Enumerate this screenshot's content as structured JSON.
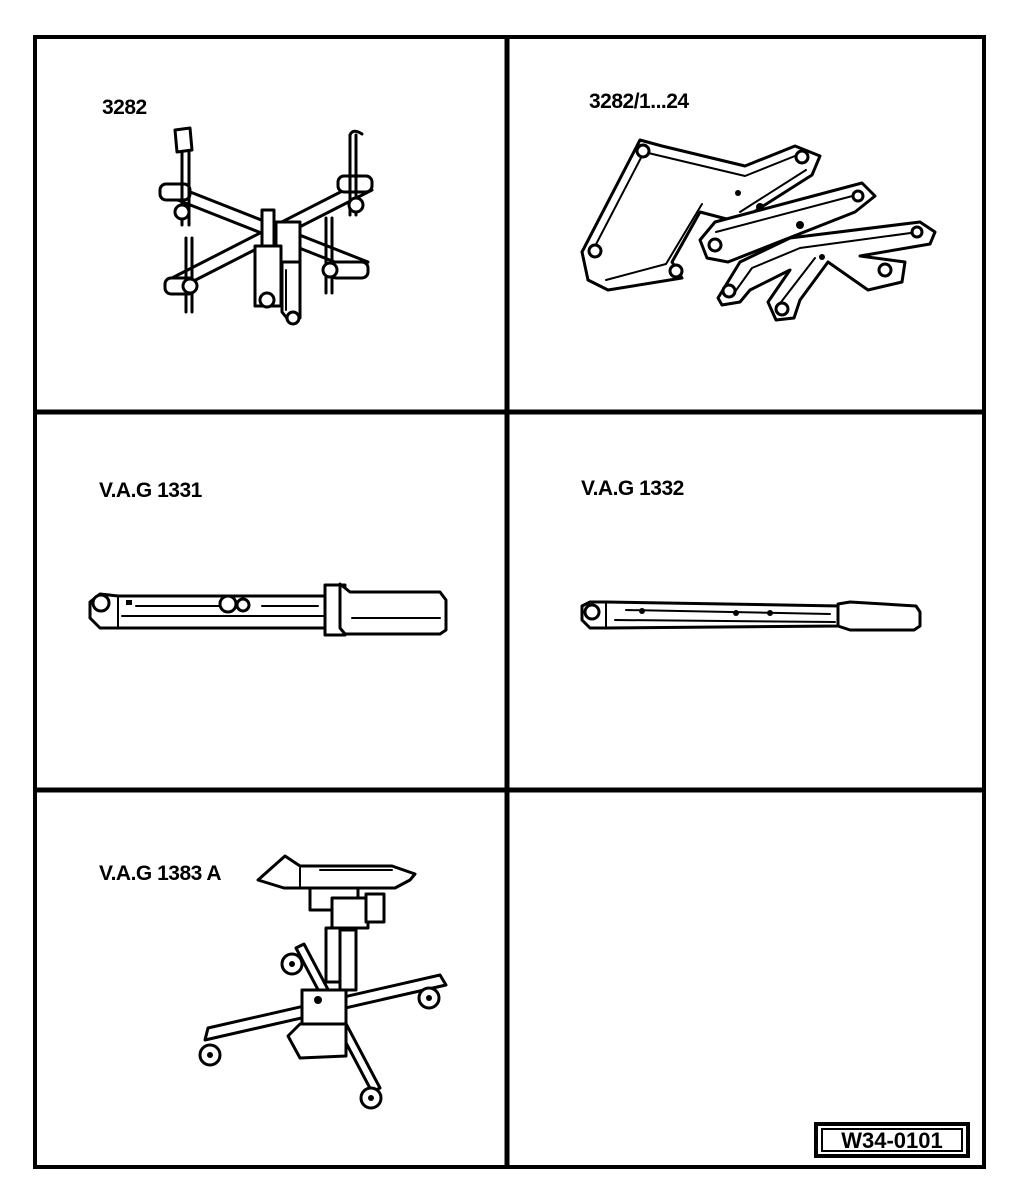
{
  "panels": [
    {
      "label": "3282"
    },
    {
      "label": "3282/1...24"
    },
    {
      "label": "V.A.G 1331"
    },
    {
      "label": "V.A.G 1332"
    },
    {
      "label": "V.A.G 1383 A"
    },
    {
      "label": ""
    }
  ],
  "figure_code": "W34-0101"
}
